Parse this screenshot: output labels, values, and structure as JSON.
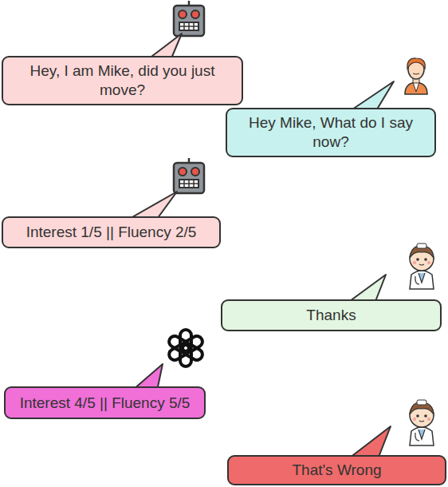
{
  "diagram": {
    "nodes": [
      {
        "text": [
          "Hey, I am Mike, did you just move?"
        ]
      },
      {
        "text": [
          "Hey Mike, What do I say now?"
        ]
      },
      {
        "text": [
          "Interest 1/5 || Fluency 2/5"
        ]
      },
      {
        "text": [
          "Thanks"
        ]
      },
      {
        "text": [
          "Interest 4/5 || Fluency 5/5"
        ]
      },
      {
        "text": [
          "That's Wrong"
        ]
      }
    ]
  }
}
